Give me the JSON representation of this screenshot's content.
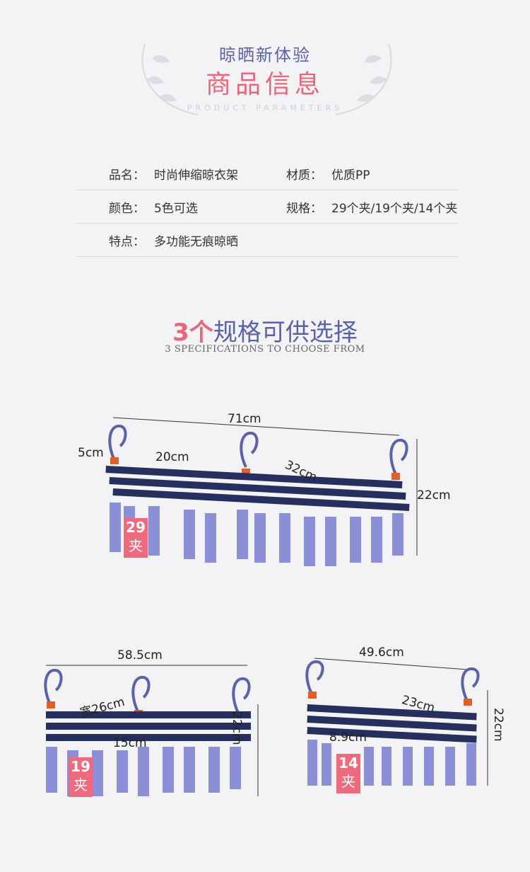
{
  "header": {
    "title_top": "晾晒新体验",
    "title_main": "商品信息",
    "title_sub": "PRODUCT PARAMETERS"
  },
  "spec": {
    "rows": [
      {
        "label1": "品名：",
        "value1": "时尚伸缩晾衣架",
        "label2": "材质：",
        "value2": "优质PP"
      },
      {
        "label1": "颜色：",
        "value1": "5色可选",
        "label2": "规格：",
        "value2": "29个夹/19个夹/14个夹"
      },
      {
        "label1": "特点：",
        "value1": "多功能无痕晾晒"
      }
    ]
  },
  "section": {
    "title_pink": "3个",
    "title_blue": "规格可供选择",
    "subtitle": "3 SPECIFICATIONS TO CHOOSE FROM"
  },
  "products": {
    "large": {
      "width": "71cm",
      "hook": "5cm",
      "spacing": "20cm",
      "diagonal": "32cm",
      "height": "22cm",
      "count": "29",
      "unit": "夹"
    },
    "medium": {
      "width": "58.5cm",
      "diagonal": "宽26cm",
      "spacing": "15cm",
      "height": "22cm",
      "count": "19",
      "unit": "夹"
    },
    "small": {
      "width": "49.6cm",
      "diagonal": "23cm",
      "spacing": "8.9cm",
      "height": "22cm",
      "count": "14",
      "unit": "夹"
    }
  },
  "colors": {
    "pink": "#e5677b",
    "blue": "#5a63a8",
    "navy": "#26305e",
    "clip": "#8a8fd6"
  }
}
